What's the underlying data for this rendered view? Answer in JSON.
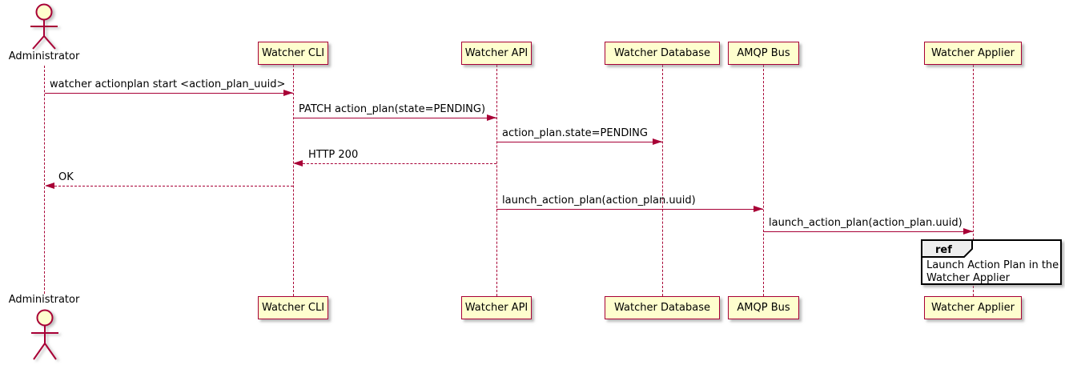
{
  "diagram": {
    "type": "uml-sequence",
    "colors": {
      "accent": "#A80036",
      "participant_fill": "#FEFECE",
      "ref_header_fill": "#EEEEEE",
      "ref_border": "#000000",
      "text": "#000000",
      "background": "#FFFFFF"
    },
    "actor": {
      "name": "Administrator"
    },
    "participants": [
      {
        "label": "Watcher CLI"
      },
      {
        "label": "Watcher API"
      },
      {
        "label": "Watcher Database"
      },
      {
        "label": "AMQP Bus"
      },
      {
        "label": "Watcher Applier"
      }
    ],
    "messages": [
      {
        "from": "Administrator",
        "to": "Watcher CLI",
        "style": "solid",
        "label": "watcher actionplan start <action_plan_uuid>"
      },
      {
        "from": "Watcher CLI",
        "to": "Watcher API",
        "style": "solid",
        "label": "PATCH action_plan(state=PENDING)"
      },
      {
        "from": "Watcher API",
        "to": "Watcher Database",
        "style": "solid",
        "label": "action_plan.state=PENDING"
      },
      {
        "from": "Watcher API",
        "to": "Watcher CLI",
        "style": "dashed",
        "label": "HTTP 200"
      },
      {
        "from": "Watcher CLI",
        "to": "Administrator",
        "style": "dashed",
        "label": "OK"
      },
      {
        "from": "Watcher API",
        "to": "AMQP Bus",
        "style": "solid",
        "label": "launch_action_plan(action_plan.uuid)"
      },
      {
        "from": "AMQP Bus",
        "to": "Watcher Applier",
        "style": "solid",
        "label": "launch_action_plan(action_plan.uuid)"
      }
    ],
    "ref": {
      "keyword": "ref",
      "over": "Watcher Applier",
      "line1": "Launch Action Plan in the",
      "line2": "Watcher Applier"
    }
  }
}
